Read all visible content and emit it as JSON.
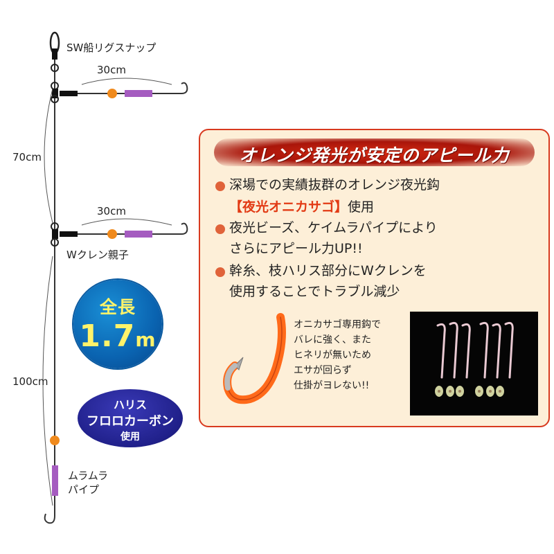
{
  "rig": {
    "snap_label": "SW船リグスナップ",
    "branch1_length": "30cm",
    "trunk_upper_length": "70cm",
    "branch2_length": "30cm",
    "swivel_label": "Wクレン親子",
    "trunk_lower_length": "100cm",
    "pipe_label_line1": "ムラムラ",
    "pipe_label_line2": "パイプ"
  },
  "total_badge": {
    "label": "全長",
    "value": "1.7",
    "unit": "m"
  },
  "line_badge": {
    "line1": "ハリス",
    "line2": "フロロカーボン",
    "line3": "使用"
  },
  "feature_panel": {
    "title": "オレンジ発光が安定のアピール力",
    "items": [
      {
        "line1": "深場での実績抜群のオレンジ夜光鈎",
        "line2_highlight": "【夜光オニカサゴ】",
        "line2_rest": "使用"
      },
      {
        "line1": "夜光ビーズ、ケイムラパイプにより",
        "line2": "さらにアピール力UP!!"
      },
      {
        "line1": "幹糸、枝ハリス部分にWクレンを",
        "line2": "使用することでトラブル減少"
      }
    ],
    "hook_note": [
      "オニカサゴ専用鈎で",
      "バレに強く、また",
      "ヒネリが無いため",
      "エサが回らず",
      "仕掛がヨレない!!"
    ]
  },
  "colors": {
    "accent_red": "#d83a1f",
    "panel_bg": "#fdefd8",
    "bead_orange": "#f08a1c",
    "pipe_purple": "#a55cc0",
    "badge_blue": "#0a63b0",
    "badge_navy": "#20208a",
    "hook_orange": "#ff6a1a"
  }
}
